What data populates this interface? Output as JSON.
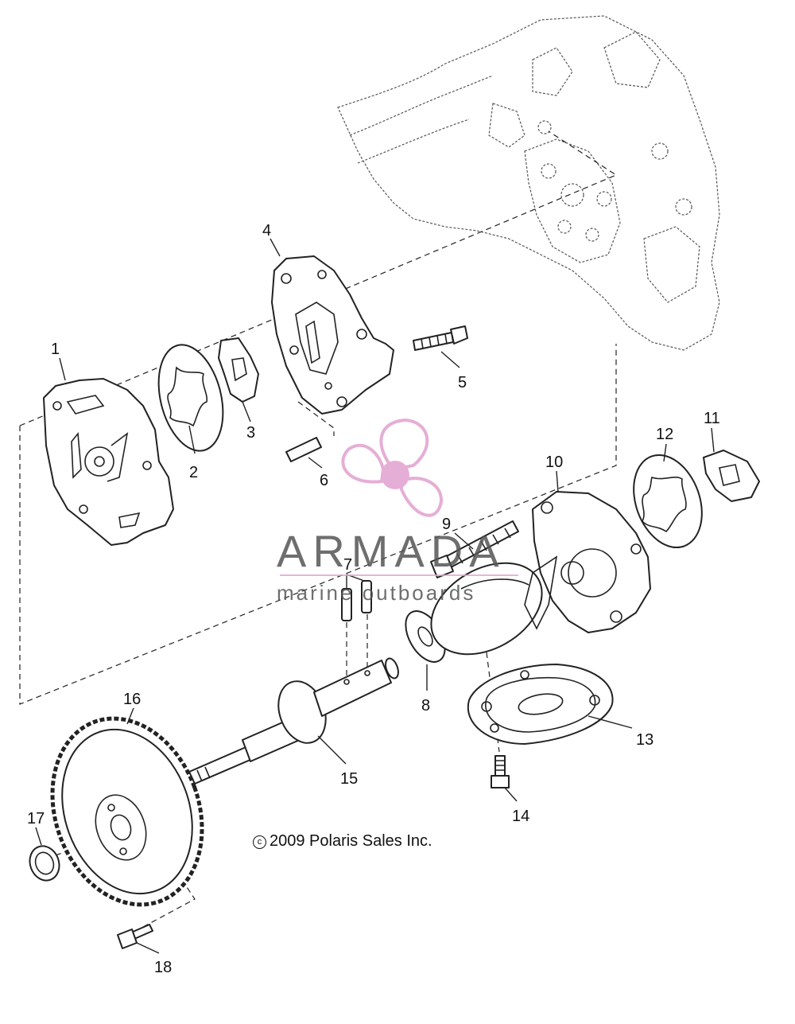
{
  "diagram": {
    "callouts": [
      "1",
      "2",
      "3",
      "4",
      "5",
      "6",
      "7",
      "8",
      "9",
      "10",
      "11",
      "12",
      "13",
      "14",
      "15",
      "16",
      "17",
      "18"
    ],
    "copyright": "2009 Polaris Sales Inc.",
    "copyright_symbol": "c"
  },
  "watermark": {
    "brand": "ARMADA",
    "tagline": "marine outboards",
    "color": "#e1a1cf"
  }
}
